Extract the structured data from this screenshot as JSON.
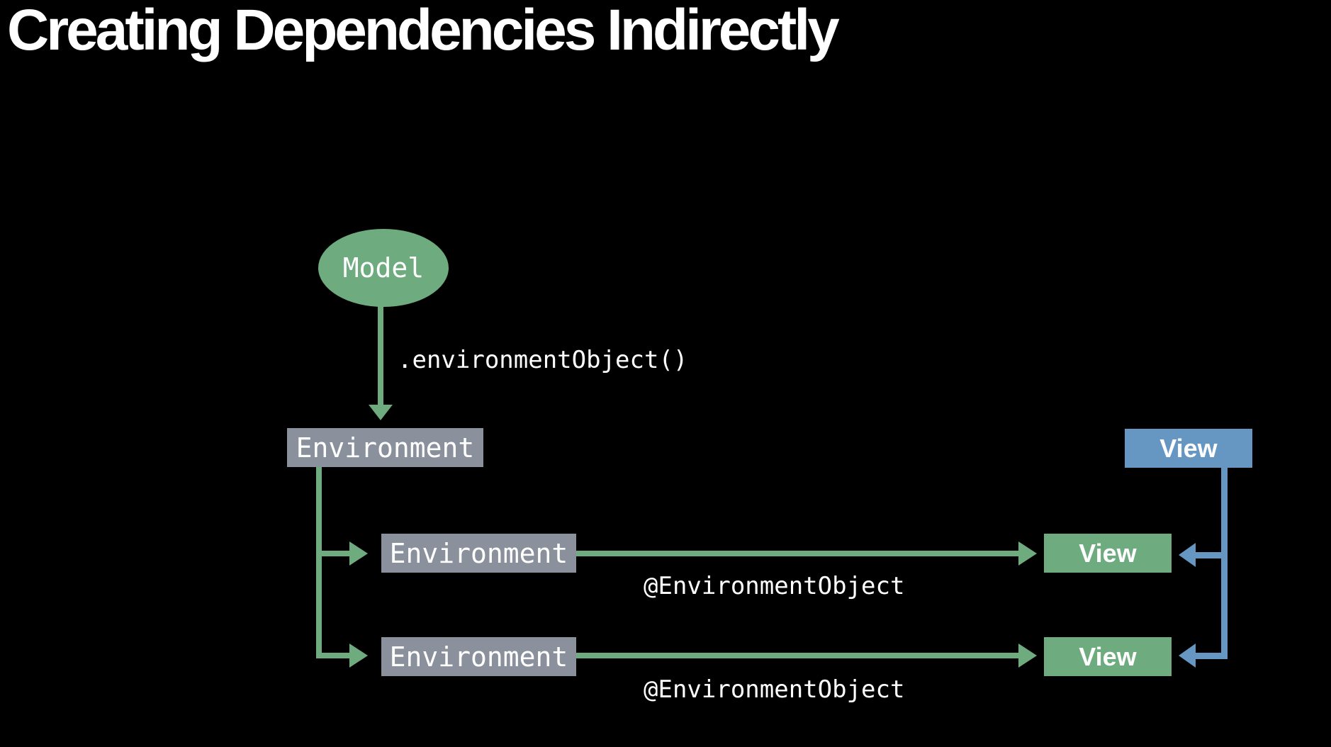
{
  "title": "Creating Dependencies Indirectly",
  "colors": {
    "green": "#6EAC7F",
    "blue": "#6696C2",
    "gray": "#8A919C",
    "background": "#000000",
    "text": "#FFFFFF"
  },
  "diagram": {
    "model_node": {
      "label": "Model"
    },
    "modifier_label": ".environmentObject()",
    "environment_root": {
      "label": "Environment"
    },
    "rows": [
      {
        "environment_label": "Environment",
        "annotation": "@EnvironmentObject",
        "view_label": "View"
      },
      {
        "environment_label": "Environment",
        "annotation": "@EnvironmentObject",
        "view_label": "View"
      }
    ],
    "parent_view": {
      "label": "View"
    }
  }
}
